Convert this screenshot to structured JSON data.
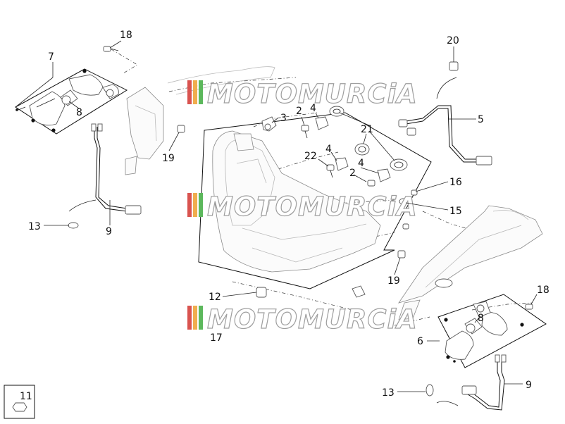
{
  "watermark": {
    "text": "MOTOMURCiA"
  },
  "callouts": {
    "c18a": "18",
    "c7": "7",
    "c8a": "8",
    "c19a": "19",
    "c3": "3",
    "c2a": "2",
    "c4a": "4",
    "c21": "21",
    "c20": "20",
    "c5": "5",
    "c22": "22",
    "c4b": "4",
    "c2b": "2",
    "c16": "16",
    "c15": "15",
    "c13a": "13",
    "c9a": "9",
    "c19b": "19",
    "c12": "12",
    "c17": "17",
    "c18b": "18",
    "c8b": "8",
    "c6": "6",
    "c13b": "13",
    "c9b": "9",
    "c11": "11"
  },
  "colors": {
    "watermark_stripe_1": "#d9534f",
    "watermark_stripe_2": "#f0ad4e",
    "watermark_stripe_3": "#5cb85c",
    "line": "#111111"
  }
}
